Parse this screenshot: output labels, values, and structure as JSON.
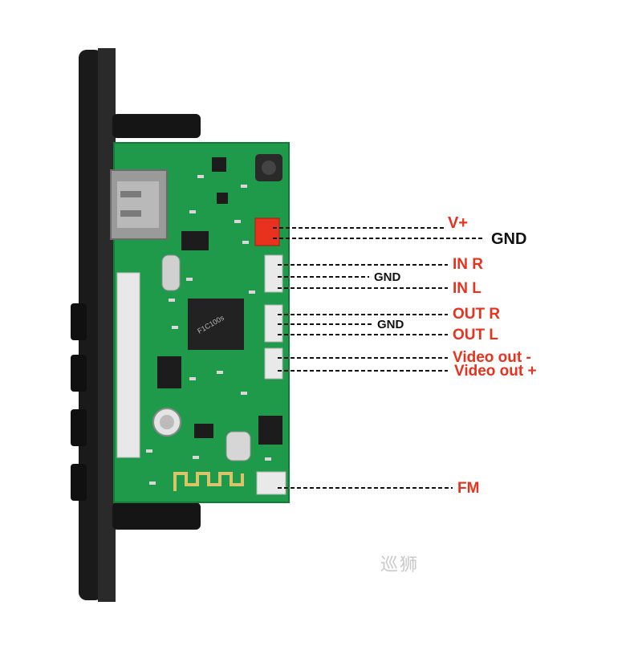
{
  "labels": {
    "v_plus": "V+",
    "gnd_power": "GND",
    "in_r": "IN R",
    "gnd_in": "GND",
    "in_l": "IN L",
    "out_r": "OUT R",
    "gnd_out": "GND",
    "out_l": "OUT L",
    "video_out_minus": "Video out -",
    "video_out_plus": "Video out +",
    "fm": "FM"
  },
  "chip": {
    "marking": "F1C100s"
  },
  "watermark": "巡狮",
  "colors": {
    "pcb": "#1f9a4a",
    "panel": "#1a1a1a",
    "label_red": "#e8321e",
    "label_black": "#111111",
    "power_connector": "#e8321e",
    "connector_white": "#e9e9e9"
  }
}
